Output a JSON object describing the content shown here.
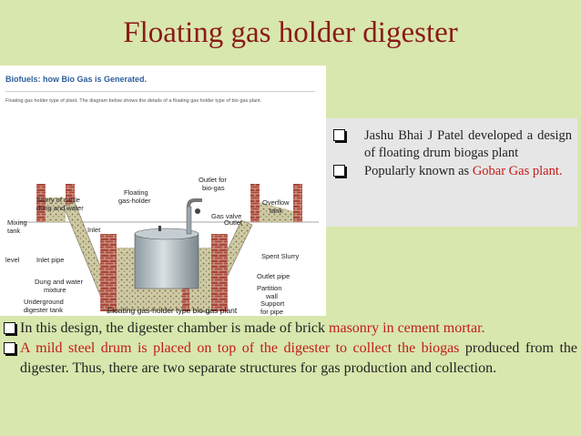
{
  "slide": {
    "title": "Floating gas holder digester"
  },
  "figure": {
    "header": "Biofuels: how Bio Gas is Generated.",
    "note": "Floating gas holder type of plant. The diagram below shows the details of a floating gas holder type of bio gas plant.",
    "labels": {
      "slurry": [
        "Slurry of cattle",
        "dung and water"
      ],
      "floating": [
        "Floating",
        "gas-holder"
      ],
      "outlet_biogas": [
        "Outlet for",
        "bio-gas"
      ],
      "gas_valve": "Gas valve",
      "overflow": [
        "Overflow",
        "tank"
      ],
      "mixing": [
        "Mixing",
        "tank"
      ],
      "inlet": "Inlet",
      "outlet": "Outlet",
      "level": "level",
      "inlet_pipe": "Inlet pipe",
      "spent_slurry": "Spent Slurry",
      "outlet_pipe": "Outlet pipe",
      "dung_water": [
        "Dung and water",
        "mixture"
      ],
      "partition": [
        "Partition",
        "wall"
      ],
      "underground": [
        "Underground",
        "digester tank"
      ],
      "support": [
        "Support",
        "for pipe"
      ]
    },
    "caption": "Floating gas-holder type bio-gas plant"
  },
  "right_points": [
    {
      "parts": [
        {
          "t": "Jashu Bhai J Patel developed a design of floating drum biogas plant",
          "hl": false
        }
      ]
    },
    {
      "parts": [
        {
          "t": "Popularly known as ",
          "hl": false
        },
        {
          "t": "Gobar Gas plant.",
          "hl": true
        }
      ]
    }
  ],
  "bottom_points": [
    {
      "parts": [
        {
          "t": "In this design, the digester chamber is made of brick ",
          "hl": false
        },
        {
          "t": "masonry in cement mortar.",
          "hl": true
        }
      ]
    },
    {
      "parts": [
        {
          "t": "A mild steel drum is placed on top of the digester to collect the biogas",
          "hl": true
        },
        {
          "t": " produced from the digester. Thus, there are two separate structures for gas production and collection.",
          "hl": false
        }
      ]
    }
  ],
  "colors": {
    "background": "#d8e7ad",
    "title": "#8b1a1a",
    "highlight": "#c41a1a",
    "brick": "#a8473a"
  }
}
